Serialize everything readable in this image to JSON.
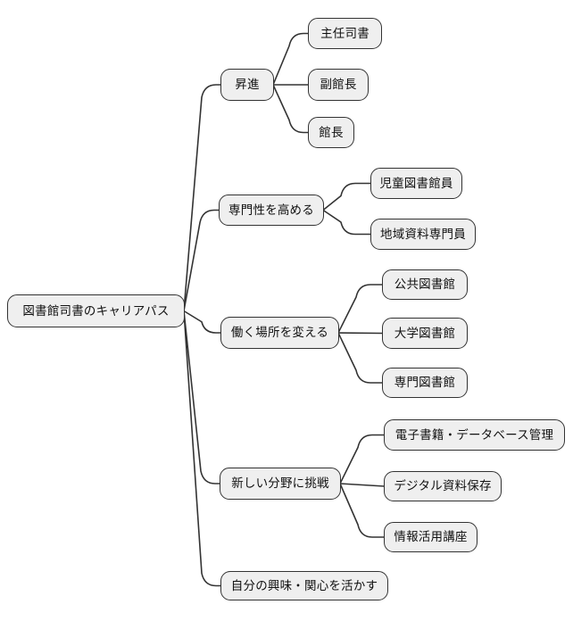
{
  "diagram": {
    "title": "図書館司書のキャリアパス",
    "root": {
      "id": "root",
      "label": "図書館司書のキャリアパス"
    },
    "branches": [
      {
        "id": "promotion",
        "label": "昇進",
        "children": [
          {
            "id": "chief-librarian",
            "label": "主任司書"
          },
          {
            "id": "deputy-director",
            "label": "副館長"
          },
          {
            "id": "director",
            "label": "館長"
          }
        ]
      },
      {
        "id": "raise-expertise",
        "label": "専門性を高める",
        "children": [
          {
            "id": "children-librarian",
            "label": "児童図書館員"
          },
          {
            "id": "regional-materials-specialist",
            "label": "地域資料専門員"
          }
        ]
      },
      {
        "id": "change-workplace",
        "label": "働く場所を変える",
        "children": [
          {
            "id": "public-library",
            "label": "公共図書館"
          },
          {
            "id": "university-library",
            "label": "大学図書館"
          },
          {
            "id": "special-library",
            "label": "専門図書館"
          }
        ]
      },
      {
        "id": "new-fields",
        "label": "新しい分野に挑戦",
        "children": [
          {
            "id": "ebook-database-management",
            "label": "電子書籍・データベース管理"
          },
          {
            "id": "digital-preservation",
            "label": "デジタル資料保存"
          },
          {
            "id": "information-literacy-course",
            "label": "情報活用講座"
          }
        ]
      },
      {
        "id": "use-own-interests",
        "label": "自分の興味・関心を活かす",
        "children": []
      }
    ]
  },
  "colors": {
    "background": "#ffffff",
    "node_fill": "#efefef",
    "node_border": "#333333",
    "line": "#333333",
    "text": "#111111"
  }
}
